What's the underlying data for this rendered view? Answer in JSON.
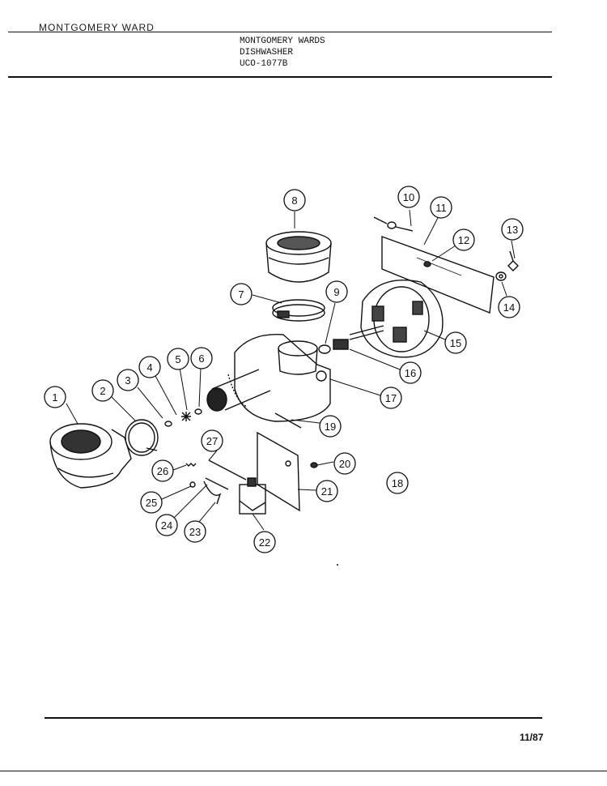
{
  "header": {
    "brand": "MONTGOMERY WARD",
    "title_lines": [
      "MONTGOMERY WARDS",
      "DISHWASHER",
      "UCO-1077B"
    ]
  },
  "footer": {
    "page_code": "11/87"
  },
  "diagram": {
    "callouts": [
      "1",
      "2",
      "3",
      "4",
      "5",
      "6",
      "7",
      "8",
      "9",
      "10",
      "11",
      "12",
      "13",
      "14",
      "15",
      "16",
      "17",
      "18",
      "19",
      "20",
      "21",
      "22",
      "23",
      "24",
      "25",
      "26",
      "27"
    ]
  }
}
